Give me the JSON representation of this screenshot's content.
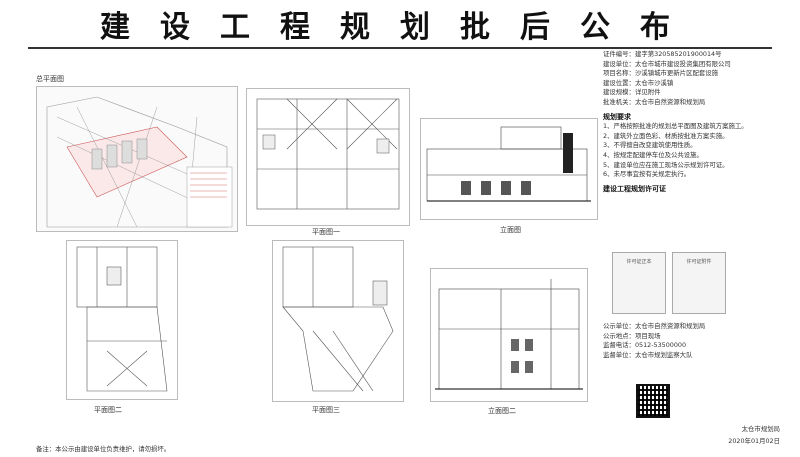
{
  "header": {
    "title": "建设工程规划批后公布"
  },
  "drawings": [
    {
      "id": "site",
      "caption": "总平面图"
    },
    {
      "id": "plan1",
      "caption": "平面图一"
    },
    {
      "id": "elev1",
      "caption": "立面图"
    },
    {
      "id": "plan2",
      "caption": "平面图二"
    },
    {
      "id": "plan3",
      "caption": "平面图三"
    },
    {
      "id": "elev2",
      "caption": "立面图二"
    }
  ],
  "info": {
    "lines": [
      "证件编号：建字第320585201900014号",
      "建设单位：太仓市城市建设投资集团有限公司",
      "项目名称：沙溪镇城市更新片区配套设施",
      "建设位置：太仓市沙溪镇",
      "建设规模：详见附件",
      "批准机关：太仓市自然资源和规划局"
    ],
    "notes_title": "规划要求",
    "notes": [
      "1、严格按照批准的规划总平面图及建筑方案施工。",
      "2、建筑外立面色彩、材质按批准方案实施。",
      "3、不得擅自改变建筑使用性质。",
      "4、按规定配建停车位及公共设施。",
      "5、建设单位应在施工现场公示规划许可证。",
      "6、未尽事宜按有关规定执行。"
    ],
    "docs_title": "建设工程规划许可证",
    "docs": [
      "许可证正本",
      "许可证附件"
    ],
    "contact": [
      "公示单位：太仓市自然资源和规划局",
      "公示地点：项目现场",
      "监督电话：0512-53500000",
      "监督单位：太仓市规划监察大队"
    ]
  },
  "footer": {
    "note": "备注：本公示由建设单位负责维护，请勿损坏。",
    "org": "太仓市规划局",
    "date": "2020年01月02日"
  }
}
